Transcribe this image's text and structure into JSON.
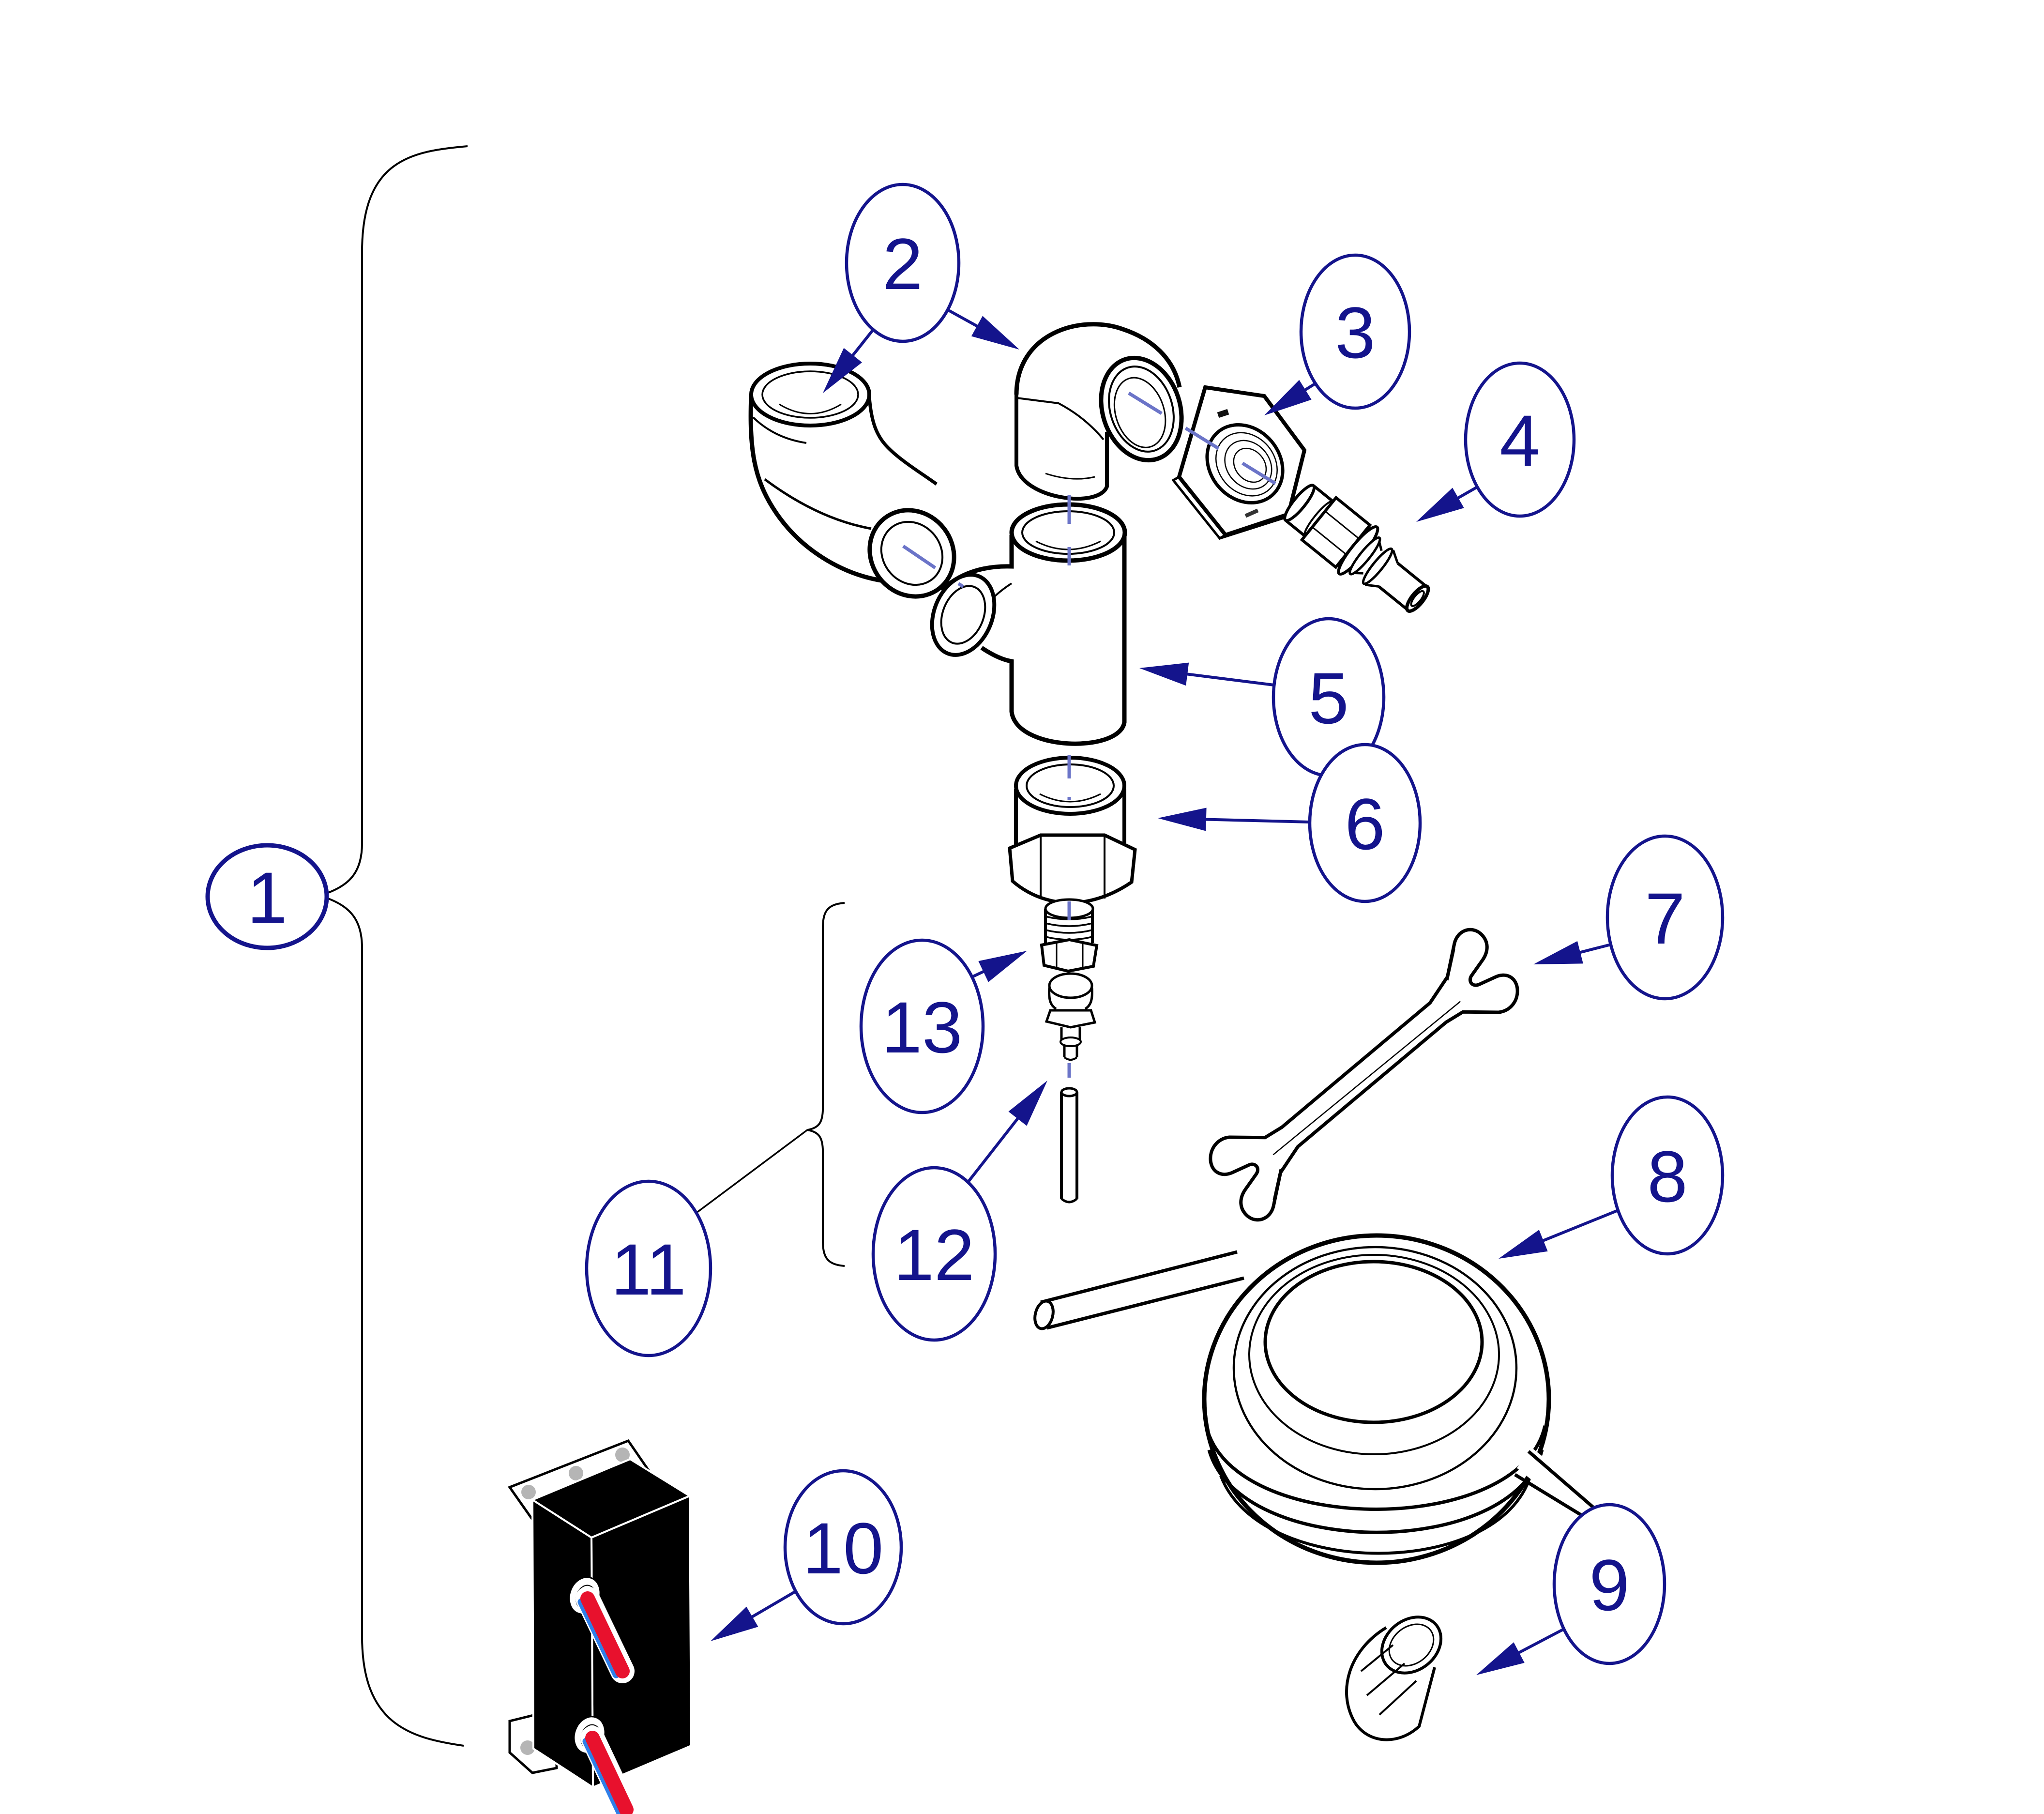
{
  "diagram": {
    "kind": "exploded-parts-diagram",
    "callouts": [
      {
        "number": "1"
      },
      {
        "number": "2"
      },
      {
        "number": "3"
      },
      {
        "number": "4"
      },
      {
        "number": "5"
      },
      {
        "number": "6"
      },
      {
        "number": "7"
      },
      {
        "number": "8"
      },
      {
        "number": "9"
      },
      {
        "number": "10"
      },
      {
        "number": "11"
      },
      {
        "number": "12"
      },
      {
        "number": "13"
      }
    ],
    "colors": {
      "callout_blue": "#14148c",
      "arrow_blue": "#14148c",
      "line_art": "#000000",
      "centerline_blue": "#6b74c8",
      "box_black": "#000000",
      "tube_red": "#e8112d",
      "tube_blue": "#2f7fe8",
      "screw_gray": "#b5b5b5",
      "background": "#ffffff"
    }
  }
}
